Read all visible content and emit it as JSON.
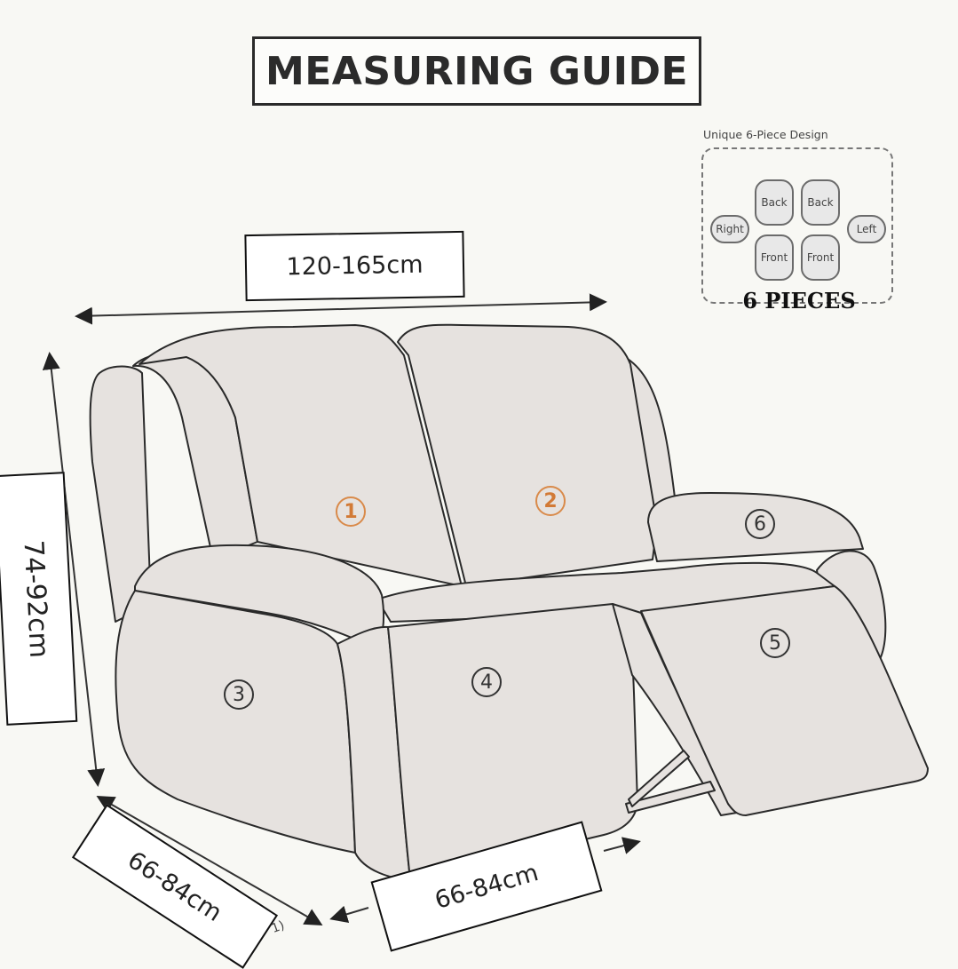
{
  "title": "MEASURING GUIDE",
  "dimensions": {
    "width": "120-165cm",
    "height": "74-92cm",
    "depth": "66-84cm",
    "seat": "66-84cm"
  },
  "legend": {
    "title": "Unique 6-Piece Design",
    "pieces": {
      "back_1": "Back",
      "back_2": "Back",
      "front_1": "Front",
      "front_2": "Front",
      "right": "Right",
      "left": "Left"
    },
    "count_label": "6 PIECES"
  },
  "markers": {
    "m1": "1",
    "m2": "2",
    "m3": "3",
    "m4": "4",
    "m5": "5",
    "m6": "6"
  },
  "colors": {
    "sofa_fill": "#e6e2df",
    "outline": "#2a2a2a",
    "accent_marker": "#d27a36",
    "background": "#f8f8f4"
  },
  "stray_text": "1)"
}
